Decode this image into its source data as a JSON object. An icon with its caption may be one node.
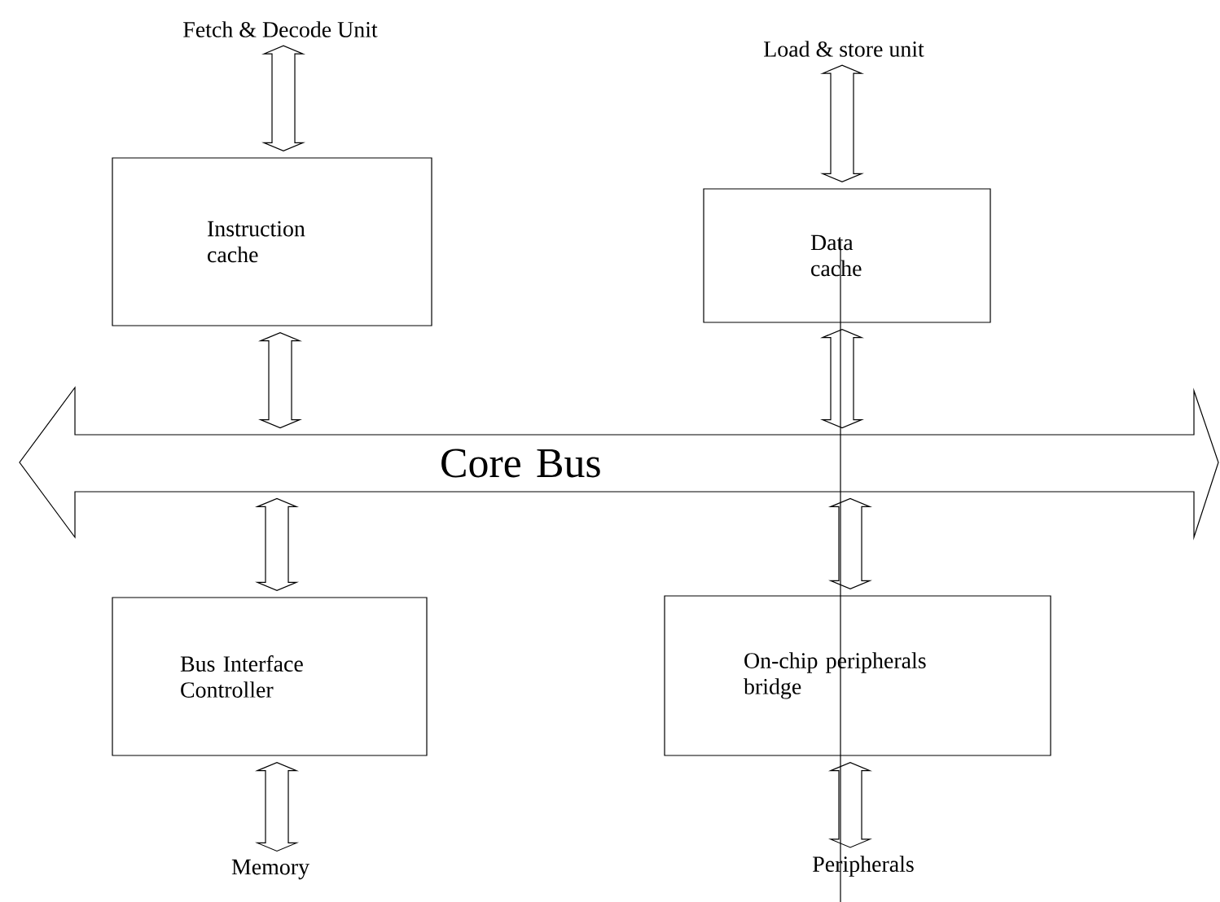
{
  "diagram": {
    "nodes": [
      {
        "text": [
          "Fetch & Decode Unit"
        ]
      },
      {
        "text": [
          "Load & store unit"
        ]
      },
      {
        "text": [
          "Instruction cache"
        ]
      },
      {
        "text": [
          "Data cache"
        ]
      },
      {
        "text": [
          "Core Bus"
        ]
      },
      {
        "text": [
          "Bus Interface Controller"
        ]
      },
      {
        "text": [
          "On-chip peripherals bridge"
        ]
      },
      {
        "text": [
          "Memory"
        ]
      },
      {
        "text": [
          "Peripherals"
        ]
      }
    ],
    "edges": [
      {
        "from": 0,
        "to": 2,
        "arrow": "both"
      },
      {
        "from": 1,
        "to": 3,
        "arrow": "both"
      },
      {
        "from": 2,
        "to": 4,
        "arrow": "both"
      },
      {
        "from": 3,
        "to": 4,
        "arrow": "both"
      },
      {
        "from": 4,
        "to": 5,
        "arrow": "both"
      },
      {
        "from": 4,
        "to": 6,
        "arrow": "both"
      },
      {
        "from": 5,
        "to": 7,
        "arrow": "both"
      },
      {
        "from": 6,
        "to": 8,
        "arrow": "both"
      }
    ]
  }
}
